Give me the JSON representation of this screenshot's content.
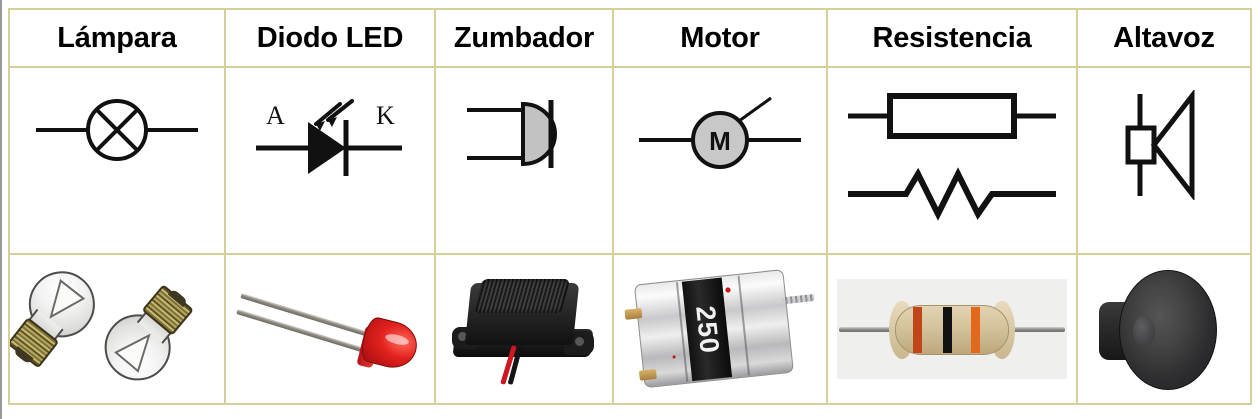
{
  "table": {
    "border_color": "#d5d09a",
    "background": "#ffffff",
    "columns": [
      {
        "key": "lampara",
        "title": "Lámpara",
        "symbol_name": "lamp-symbol",
        "symbol_description": "Circle with an X inside and two horizontal leads",
        "photo_name": "lamp-photo",
        "photo_description": "Two incandescent light bulbs with brass screw bases"
      },
      {
        "key": "diodo_led",
        "title": "Diodo LED",
        "symbol_name": "led-symbol",
        "symbol_description": "Diode triangle with cathode bar and two emission arrows",
        "symbol_labels": {
          "anode": "A",
          "cathode": "K"
        },
        "photo_name": "led-photo",
        "photo_description": "Red 5mm LED with two long metal leads"
      },
      {
        "key": "zumbador",
        "title": "Zumbador",
        "symbol_name": "buzzer-symbol",
        "symbol_description": "Grey filled half-disc with flat right edge and two leads",
        "photo_name": "buzzer-photo",
        "photo_description": "Black plastic piezo buzzer with red and black wires"
      },
      {
        "key": "motor",
        "title": "Motor",
        "symbol_name": "motor-symbol",
        "symbol_description": "Grey circle containing the letter M with leads and a shaft line",
        "symbol_labels": {
          "letter": "M"
        },
        "photo_name": "motor-photo",
        "photo_description": "Small DC hobby motor with metal can and labelled body",
        "photo_label": "250"
      },
      {
        "key": "resistencia",
        "title": "Resistencia",
        "symbol_name": "resistor-symbol",
        "symbol_description": "IEC rectangle symbol above an ANSI zig-zag symbol",
        "photo_name": "resistor-photo",
        "photo_description": "Axial carbon resistor with orange, black and orange colour bands"
      },
      {
        "key": "altavoz",
        "title": "Altavoz",
        "symbol_name": "speaker-symbol",
        "symbol_description": "Vertical bar with rectangle and a horn trapezoid opening right",
        "photo_name": "speaker-photo",
        "photo_description": "Round black loudspeaker cone seen at an angle"
      }
    ],
    "rows": [
      {
        "key": "header",
        "name": "component-name-row"
      },
      {
        "key": "symbols",
        "name": "component-symbol-row"
      },
      {
        "key": "photos",
        "name": "component-photo-row"
      }
    ]
  }
}
